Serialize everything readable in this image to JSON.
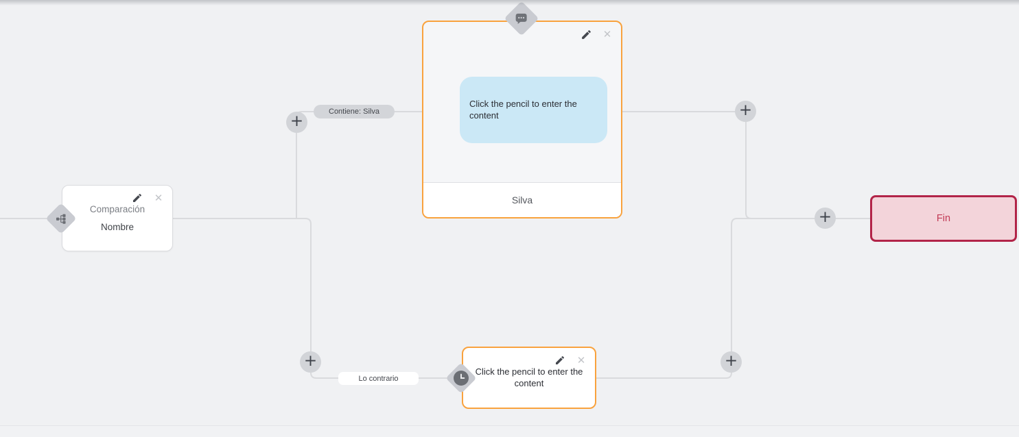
{
  "colors": {
    "canvas-bg": "#f0f1f3",
    "line": "#d9dadd",
    "accent-orange": "#f9a23d",
    "node-border": "#dadbde",
    "node-body-bg": "#f5f6f8",
    "bubble-blue": "#cbe8f6",
    "diamond-gray": "#c9cbd1",
    "icon-dark": "#6b6e74",
    "plus-bg": "#d2d4d8",
    "plus-fg": "#3e424a",
    "close-fg": "#c3c5c9",
    "gray-badge": "#d3d5d9",
    "end-bg": "#f3d4da",
    "end-border": "#b22448",
    "end-text": "#c23a55",
    "text-dark": "#2b2d33",
    "text-gray": "#7b7e84"
  },
  "glyphs": {
    "plus": "+",
    "close": "✕"
  },
  "nodes": {
    "comparison": {
      "title": "Comparación",
      "subtitle": "Nombre",
      "icon": "branch-icon"
    },
    "message": {
      "bubble_text": "Click the pencil to enter the content",
      "footer_label": "Silva",
      "icon": "speech-bubble-icon"
    },
    "delay": {
      "placeholder_text": "Click the pencil to enter the content",
      "icon": "clock-icon"
    },
    "end": {
      "label": "Fin"
    }
  },
  "edge_labels": {
    "match": "Contiene: Silva",
    "fallback": "Lo contrario"
  }
}
